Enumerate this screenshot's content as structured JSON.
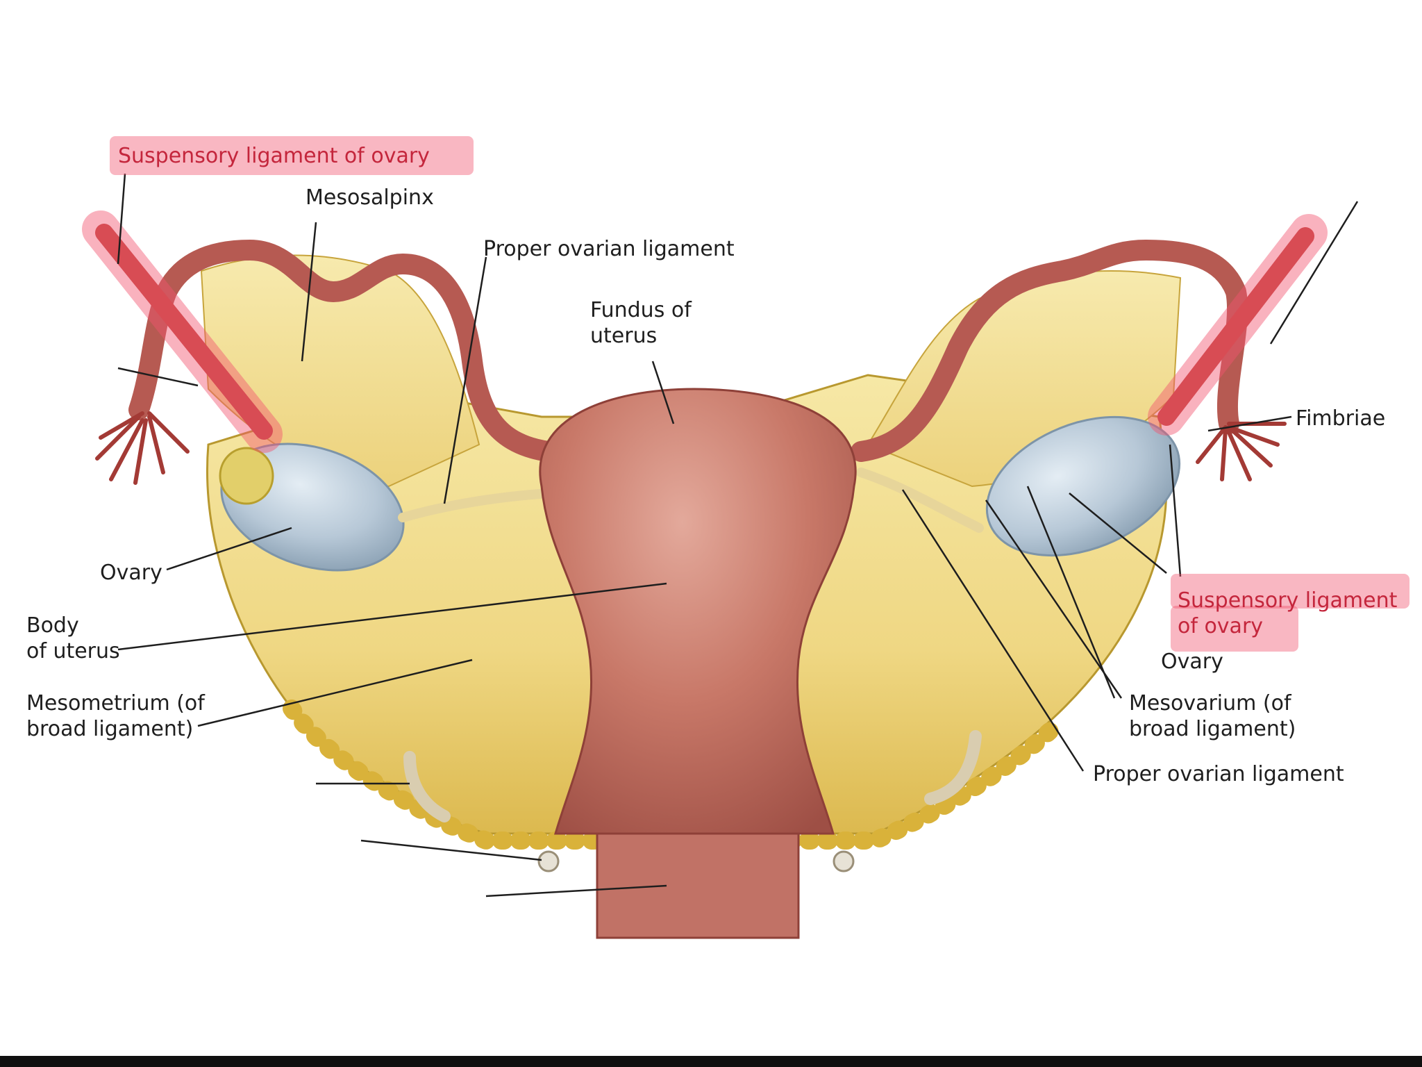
{
  "labels": {
    "suspensory_left": "Suspensory ligament of ovary",
    "mesosalpinx": "Mesosalpinx",
    "proper_ovarian_top": "Proper ovarian ligament",
    "fundus": "Fundus of\nuterus",
    "fimbriae": "Fimbriae",
    "ovary_left": "Ovary",
    "body_of_uterus": "Body\nof uterus",
    "mesometrium": "Mesometrium (of\nbroad ligament)",
    "suspensory_right": "Suspensory ligament\nof ovary",
    "ovary_right": "Ovary",
    "mesovarium": "Mesovarium (of\nbroad ligament)",
    "proper_ovarian_bottom": "Proper ovarian ligament"
  },
  "colors": {
    "highlight": "#f1546e",
    "highlight_text": "#c4263c",
    "ligament_yellow": "#f0d985",
    "uterus_pink": "#c9786c",
    "ovary_blue": "#b9c9d8",
    "tube_red": "#b9574f"
  }
}
